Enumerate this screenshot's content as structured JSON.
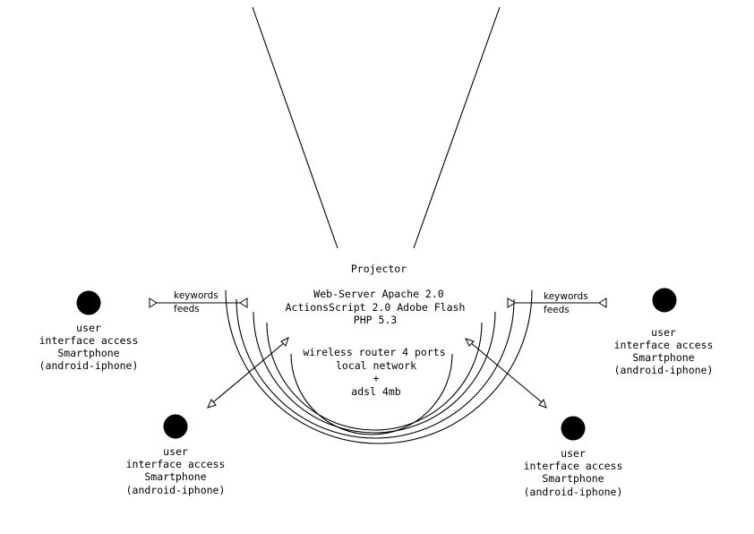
{
  "projector": {
    "label": "Projector"
  },
  "server": {
    "lines": [
      "Web-Server Apache 2.0",
      "ActionsScript 2.0 Adobe Flash",
      "PHP 5.3"
    ]
  },
  "router": {
    "lines": [
      "wireless router 4 ports",
      "local network",
      "+",
      "adsl 4mb"
    ]
  },
  "feeds_left": {
    "line1": "keywords",
    "line2": "feeds"
  },
  "feeds_right": {
    "line1": "keywords",
    "line2": "feeds"
  },
  "users": [
    {
      "lines": [
        "user",
        "interface access",
        "Smartphone",
        "(android-iphone)"
      ]
    },
    {
      "lines": [
        "user",
        "interface access",
        "Smartphone",
        "(android-iphone)"
      ]
    },
    {
      "lines": [
        "user",
        "interface access",
        "Smartphone",
        "(android-iphone)"
      ]
    },
    {
      "lines": [
        "user",
        "interface access",
        "Smartphone",
        "(android-iphone)"
      ]
    }
  ]
}
